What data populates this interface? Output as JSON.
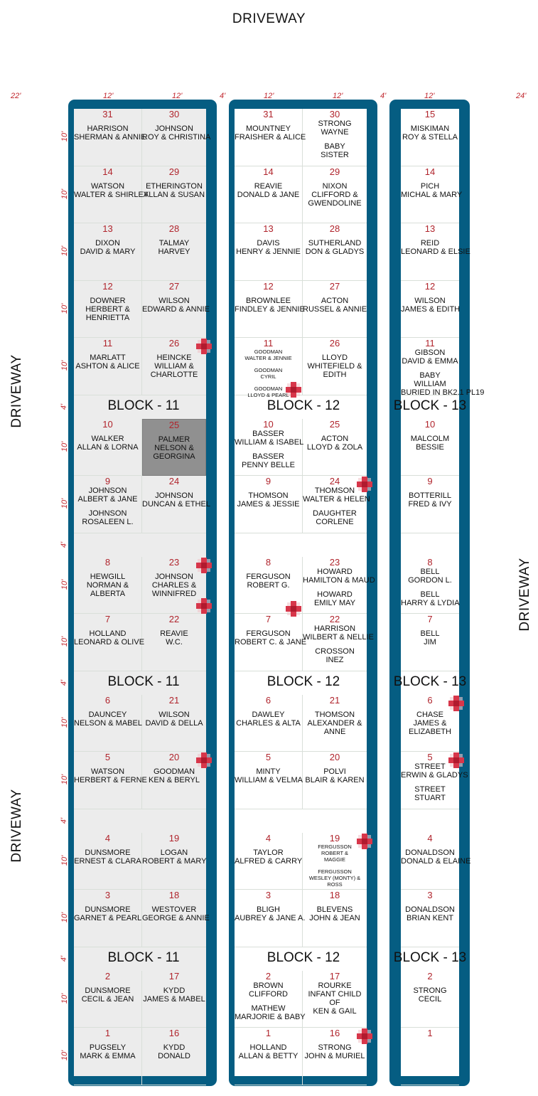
{
  "driveway_label": "DRIVEWAY",
  "dimensions": {
    "left_margin": "22'",
    "plot_width": "12'",
    "path_width": "4'",
    "right_margin": "24'",
    "row_height": "10'",
    "path_height": "4'"
  },
  "blocks": [
    {
      "label": "BLOCK - 11",
      "left": [
        {
          "num": "31",
          "lines": [
            "HARRISON",
            "SHERMAN & ANNIE"
          ]
        },
        {
          "num": "14",
          "lines": [
            "WATSON",
            "WALTER & SHIRLEY"
          ]
        },
        {
          "num": "13",
          "lines": [
            "DIXON",
            "DAVID & MARY"
          ]
        },
        {
          "num": "12",
          "lines": [
            "DOWNER",
            "HERBERT &",
            "HENRIETTA"
          ]
        },
        {
          "num": "11",
          "lines": [
            "MARLATT",
            "ASHTON & ALICE"
          ]
        },
        {
          "num": "10",
          "lines": [
            "WALKER",
            "ALLAN & LORNA"
          ]
        },
        {
          "num": "9",
          "lines": [
            "JOHNSON",
            "ALBERT & JANE",
            "",
            "JOHNSON",
            "ROSALEEN L."
          ]
        },
        {
          "num": "8",
          "lines": [
            "HEWGILL",
            "NORMAN &",
            "ALBERTA"
          ]
        },
        {
          "num": "7",
          "lines": [
            "HOLLAND",
            "LEONARD & OLIVE"
          ]
        },
        {
          "num": "6",
          "lines": [
            "DAUNCEY",
            "NELSON & MABEL"
          ]
        },
        {
          "num": "5",
          "lines": [
            "WATSON",
            "HERBERT & FERNE"
          ]
        },
        {
          "num": "4",
          "lines": [
            "DUNSMORE",
            "ERNEST & CLARA"
          ]
        },
        {
          "num": "3",
          "lines": [
            "DUNSMORE",
            "GARNET & PEARL"
          ]
        },
        {
          "num": "2",
          "lines": [
            "DUNSMORE",
            "CECIL & JEAN"
          ]
        },
        {
          "num": "1",
          "lines": [
            "PUGSELY",
            "MARK & EMMA"
          ]
        }
      ],
      "right": [
        {
          "num": "30",
          "lines": [
            "JOHNSON",
            "ROY & CHRISTINA"
          ]
        },
        {
          "num": "29",
          "lines": [
            "ETHERINGTON",
            "ALLAN & SUSAN"
          ]
        },
        {
          "num": "28",
          "lines": [
            "TALMAY",
            "HARVEY"
          ]
        },
        {
          "num": "27",
          "lines": [
            "WILSON",
            "EDWARD & ANNIE"
          ]
        },
        {
          "num": "26",
          "lines": [
            "HEINCKE",
            "WILLIAM &",
            "CHARLOTTE"
          ],
          "cross": true
        },
        {
          "num": "25",
          "lines": [
            "PALMER",
            "NELSON &",
            "GEORGINA"
          ],
          "shaded": true
        },
        {
          "num": "24",
          "lines": [
            "JOHNSON",
            "DUNCAN & ETHEL"
          ]
        },
        {
          "num": "23",
          "lines": [
            "JOHNSON",
            "CHARLES &",
            "WINNIFRED"
          ],
          "cross": true,
          "cross2": true
        },
        {
          "num": "22",
          "lines": [
            "REAVIE",
            "W.C."
          ]
        },
        {
          "num": "21",
          "lines": [
            "WILSON",
            "DAVID & DELLA"
          ]
        },
        {
          "num": "20",
          "lines": [
            "GOODMAN",
            "KEN & BERYL"
          ],
          "cross": true
        },
        {
          "num": "19",
          "lines": [
            "LOGAN",
            "ROBERT & MARY"
          ]
        },
        {
          "num": "18",
          "lines": [
            "WESTOVER",
            "GEORGE & ANNIE"
          ]
        },
        {
          "num": "17",
          "lines": [
            "KYDD",
            "JAMES & MABEL"
          ]
        },
        {
          "num": "16",
          "lines": [
            "KYDD",
            "DONALD"
          ]
        }
      ]
    },
    {
      "label": "BLOCK - 12",
      "left": [
        {
          "num": "31",
          "lines": [
            "MOUNTNEY",
            "FRAISHER & ALICE"
          ]
        },
        {
          "num": "14",
          "lines": [
            "REAVIE",
            "DONALD & JANE"
          ]
        },
        {
          "num": "13",
          "lines": [
            "DAVIS",
            "HENRY & JENNIE"
          ]
        },
        {
          "num": "12",
          "lines": [
            "BROWNLEE",
            "FINDLEY & JENNIE"
          ]
        },
        {
          "num": "11",
          "lines": [
            "GOODMAN",
            "WALTER & JENNIE",
            "",
            "GOODMAN",
            "CYRIL",
            "",
            "GOODMAN",
            "LLOYD & PEARL"
          ],
          "small": true,
          "cross": true
        },
        {
          "num": "10",
          "lines": [
            "BASSER",
            "WILLIAM & ISABEL",
            "",
            "BASSER",
            "PENNY BELLE"
          ]
        },
        {
          "num": "9",
          "lines": [
            "THOMSON",
            "JAMES & JESSIE"
          ]
        },
        {
          "num": "8",
          "lines": [
            "FERGUSON",
            "ROBERT  G."
          ],
          "cross": true
        },
        {
          "num": "7",
          "lines": [
            "FERGUSON",
            "ROBERT  C. & JANE"
          ]
        },
        {
          "num": "6",
          "lines": [
            "DAWLEY",
            "CHARLES & ALTA"
          ]
        },
        {
          "num": "5",
          "lines": [
            "MINTY",
            "WILLIAM & VELMA"
          ]
        },
        {
          "num": "4",
          "lines": [
            "TAYLOR",
            "ALFRED & CARRY"
          ]
        },
        {
          "num": "3",
          "lines": [
            "BLIGH",
            "AUBREY & JANE A."
          ]
        },
        {
          "num": "2",
          "lines": [
            "BROWN",
            "CLIFFORD",
            "",
            "MATHEW",
            "MARJORIE & BABY"
          ]
        },
        {
          "num": "1",
          "lines": [
            "HOLLAND",
            "ALLAN & BETTY"
          ]
        }
      ],
      "right": [
        {
          "num": "30",
          "lines": [
            "STRONG",
            "WAYNE",
            "",
            "BABY",
            "SISTER"
          ]
        },
        {
          "num": "29",
          "lines": [
            "NIXON",
            "CLIFFORD &",
            "GWENDOLINE"
          ]
        },
        {
          "num": "28",
          "lines": [
            "SUTHERLAND",
            "DON & GLADYS"
          ]
        },
        {
          "num": "27",
          "lines": [
            "ACTON",
            "RUSSEL & ANNIE"
          ]
        },
        {
          "num": "26",
          "lines": [
            "LLOYD",
            "WHITEFIELD &",
            "EDITH"
          ]
        },
        {
          "num": "25",
          "lines": [
            "ACTON",
            "LLOYD & ZOLA"
          ]
        },
        {
          "num": "24",
          "lines": [
            "THOMSON",
            "WALTER & HELEN",
            "",
            "DAUGHTER",
            "CORLENE"
          ],
          "cross": true
        },
        {
          "num": "23",
          "lines": [
            "HOWARD",
            "HAMILTON & MAUD",
            "",
            "HOWARD",
            "EMILY MAY"
          ]
        },
        {
          "num": "22",
          "lines": [
            "HARRISON",
            "WILBERT & NELLIE",
            "",
            "CROSSON",
            "INEZ"
          ]
        },
        {
          "num": "21",
          "lines": [
            "THOMSON",
            "ALEXANDER &",
            "ANNE"
          ]
        },
        {
          "num": "20",
          "lines": [
            "POLVI",
            "BLAIR & KAREN"
          ]
        },
        {
          "num": "19",
          "lines": [
            "FERGUSSON",
            "ROBERT &",
            "MAGGIE",
            "",
            "FERGUSSON",
            "WESLEY (MONTY) &",
            "ROSS"
          ],
          "small": true,
          "cross": true
        },
        {
          "num": "18",
          "lines": [
            "BLEVENS",
            "JOHN & JEAN"
          ]
        },
        {
          "num": "17",
          "lines": [
            "ROURKE",
            "INFANT CHILD",
            "OF",
            "KEN & GAIL"
          ]
        },
        {
          "num": "16",
          "lines": [
            "STRONG",
            "JOHN & MURIEL"
          ],
          "cross": true
        }
      ]
    },
    {
      "label": "BLOCK - 13",
      "left": [
        {
          "num": "15",
          "lines": [
            "MISKIMAN",
            "ROY & STELLA"
          ]
        },
        {
          "num": "14",
          "lines": [
            "PICH",
            "MICHAL & MARY"
          ]
        },
        {
          "num": "13",
          "lines": [
            "REID",
            "LEONARD & ELSIE"
          ]
        },
        {
          "num": "12",
          "lines": [
            "WILSON",
            "JAMES & EDITH"
          ]
        },
        {
          "num": "11",
          "lines": [
            "GIBSON",
            "DAVID & EMMA",
            "",
            "BABY",
            "WILLIAM",
            "BURIED IN BK2.1 PL19"
          ]
        },
        {
          "num": "10",
          "lines": [
            "MALCOLM",
            "BESSIE"
          ]
        },
        {
          "num": "9",
          "lines": [
            "BOTTERILL",
            "FRED & IVY"
          ]
        },
        {
          "num": "8",
          "lines": [
            "BELL",
            "GORDON L.",
            "",
            "BELL",
            "HARRY & LYDIA"
          ]
        },
        {
          "num": "7",
          "lines": [
            "BELL",
            "JIM"
          ]
        },
        {
          "num": "6",
          "lines": [
            "CHASE",
            "JAMES &",
            "ELIZABETH"
          ],
          "cross": true
        },
        {
          "num": "5",
          "lines": [
            "STREET",
            "ERWIN & GLADYS",
            "",
            "STREET",
            "STUART"
          ],
          "cross": true
        },
        {
          "num": "4",
          "lines": [
            "DONALDSON",
            "DONALD & ELAINE"
          ]
        },
        {
          "num": "3",
          "lines": [
            "DONALDSON",
            "BRIAN KENT"
          ]
        },
        {
          "num": "2",
          "lines": [
            "STRONG",
            "CECIL"
          ]
        },
        {
          "num": "1",
          "lines": []
        }
      ]
    }
  ]
}
